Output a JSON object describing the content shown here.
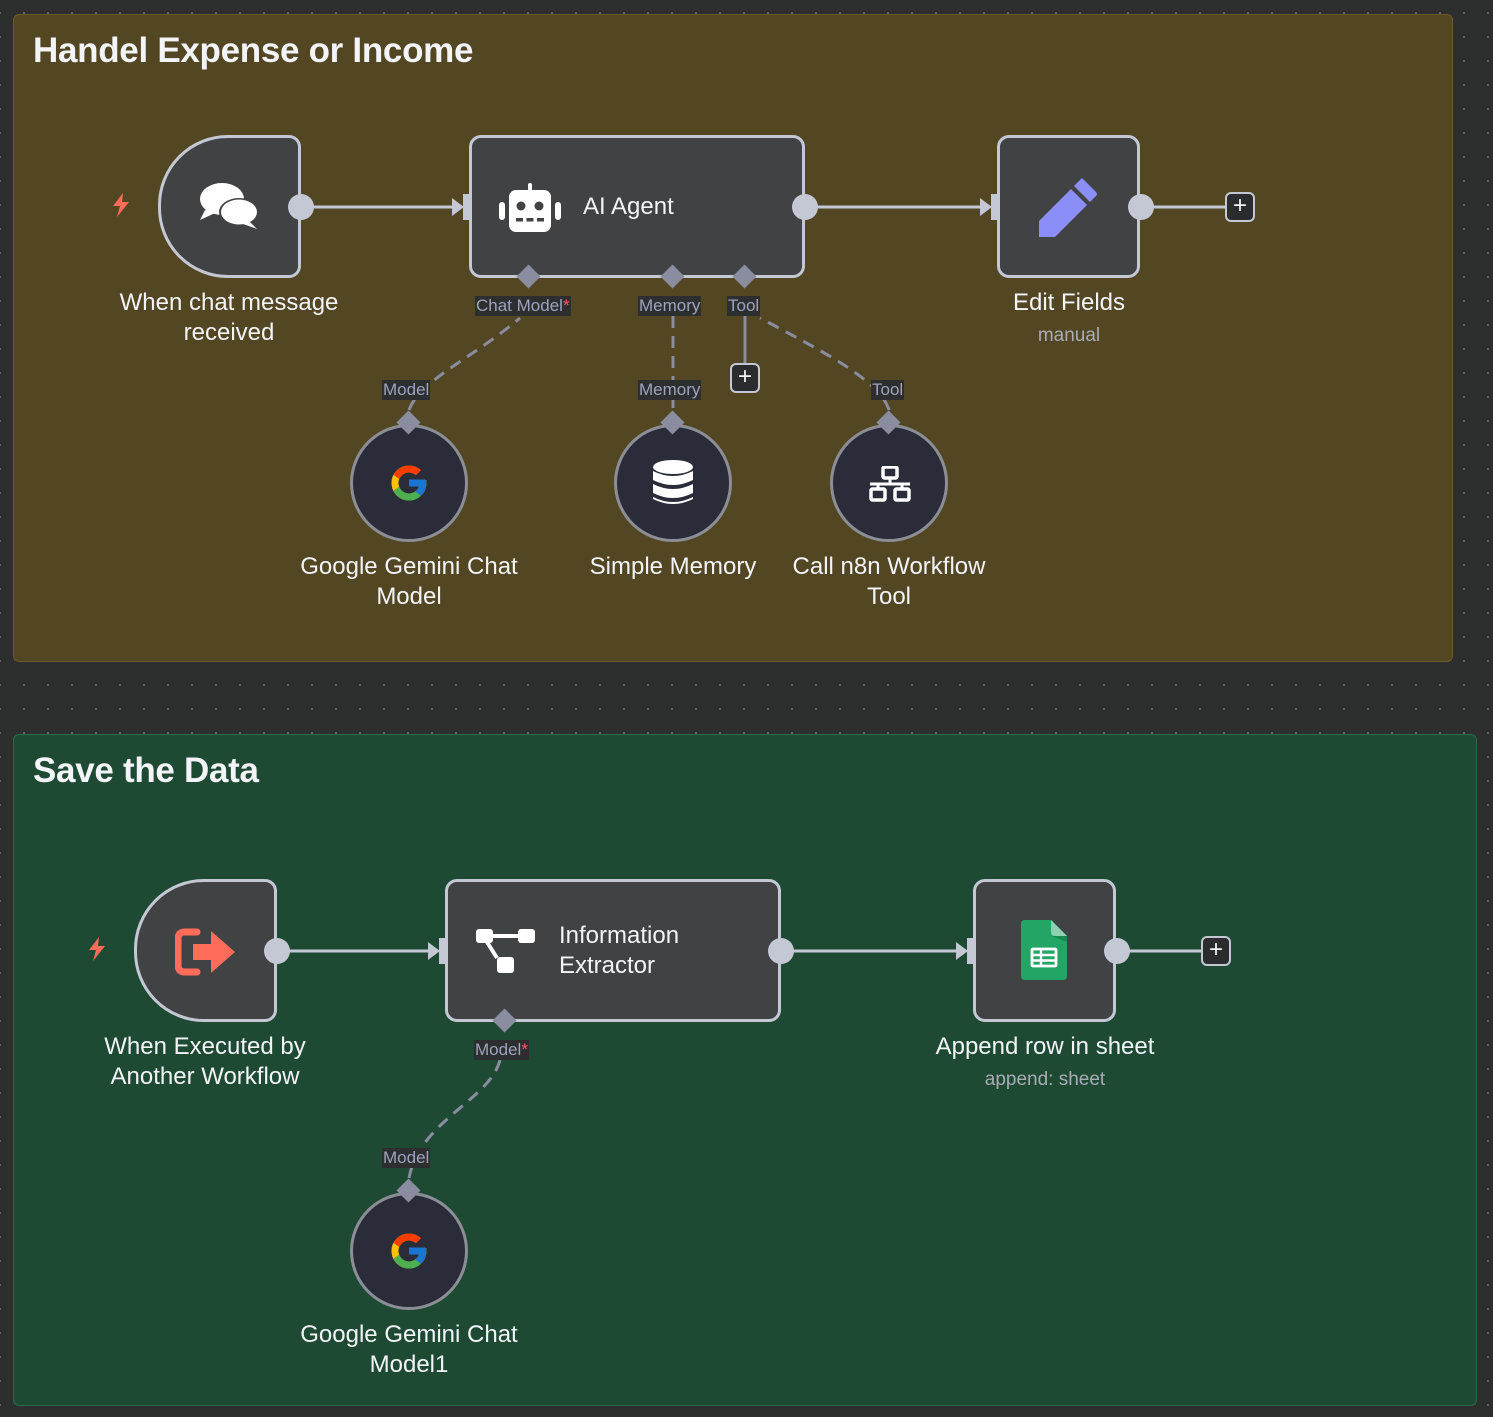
{
  "canvas": {
    "background": "#2d2e2e"
  },
  "groups": [
    {
      "title": "Handel Expense or Income",
      "color": "#534622",
      "nodes": {
        "chat_trigger": {
          "title_line1": "When chat message",
          "title_line2": "received",
          "icon": "chat-bubbles-icon"
        },
        "ai_agent": {
          "title": "AI Agent",
          "icon": "robot-icon"
        },
        "edit_fields": {
          "title": "Edit Fields",
          "subtitle": "manual",
          "icon": "pencil-icon",
          "icon_color": "#8b8ef7"
        },
        "gemini": {
          "title_line1": "Google Gemini Chat",
          "title_line2": "Model",
          "icon": "google-g-icon"
        },
        "memory": {
          "title": "Simple Memory",
          "icon": "database-icon"
        },
        "workflow_tool": {
          "title_line1": "Call n8n Workflow",
          "title_line2": "Tool",
          "icon": "sitemap-icon"
        }
      },
      "connector_labels": {
        "chat_model": "Chat Model",
        "memory": "Memory",
        "tool": "Tool",
        "model_in": "Model",
        "memory_in": "Memory",
        "tool_in": "Tool",
        "required_mark": "*"
      },
      "plus_label": "+"
    },
    {
      "title": "Save the Data",
      "color": "#1e4a33",
      "nodes": {
        "exec_trigger": {
          "title_line1": "When Executed by",
          "title_line2": "Another Workflow",
          "icon": "sign-out-arrow-icon",
          "icon_color": "#ff6d5a"
        },
        "info_extractor": {
          "title_line1": "Information",
          "title_line2": "Extractor",
          "icon": "extractor-tree-icon"
        },
        "append_sheet": {
          "title": "Append row in sheet",
          "subtitle": "append: sheet",
          "icon": "google-sheets-icon",
          "icon_color": "#23a566"
        },
        "gemini1": {
          "title_line1": "Google Gemini Chat",
          "title_line2": "Model1",
          "icon": "google-g-icon"
        }
      },
      "connector_labels": {
        "model": "Model",
        "model_in": "Model",
        "required_mark": "*"
      },
      "plus_label": "+"
    }
  ],
  "trigger_icon": "lightning-bolt-icon",
  "trigger_color": "#ff6d5a"
}
